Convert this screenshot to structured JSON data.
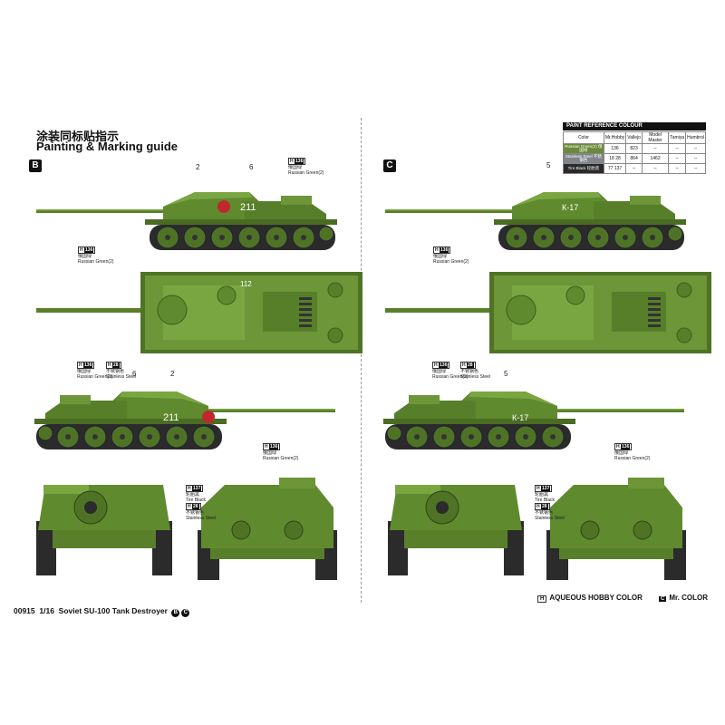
{
  "header": {
    "cn_title": "涂装同标贴指示",
    "en_title": "Painting & Marking guide"
  },
  "schemes": [
    {
      "letter": "B",
      "hull_number": "211"
    },
    {
      "letter": "C",
      "hull_number": "К-17"
    }
  ],
  "left_top_view_number": "112",
  "part_numbers": {
    "left": [
      "2",
      "6",
      "6",
      "2"
    ],
    "right": [
      "5",
      "5"
    ]
  },
  "callouts": {
    "russian_green": {
      "code": "H",
      "mr": "136",
      "cn": "俄国绿",
      "en": "Russian Green(2)"
    },
    "stainless_steel": {
      "code": "H",
      "mr": "28",
      "cn": "不锈钢色",
      "en": "Stainless Steel"
    },
    "tire_black": {
      "code": "H",
      "mr": "137",
      "cn": "轮胎黑",
      "en": "Tire Black"
    }
  },
  "reference_table": {
    "title": "PAINT  REFERENCE COLOUR",
    "headers": [
      "Color",
      "Mr.Hobby",
      "Vallejo",
      "Model Master",
      "Tamiya",
      "Humbrol"
    ],
    "rows": [
      {
        "name": "Russian Green(2) 俄国绿",
        "swatch": "#6b8a3a",
        "hobby": "136",
        "vallejo": "823",
        "modelmaster": "--",
        "tamiya": "--",
        "humbrol": "--"
      },
      {
        "name": "Stainless Steel 不锈钢色",
        "swatch": "#7f848a",
        "hobby": "18  28",
        "vallejo": "864",
        "modelmaster": "1462",
        "tamiya": "--",
        "humbrol": "--"
      },
      {
        "name": "Tire Black 轮胎黑",
        "swatch": "#2a2a2a",
        "hobby": "77  137",
        "vallejo": "--",
        "modelmaster": "--",
        "tamiya": "--",
        "humbrol": "--"
      }
    ]
  },
  "legend": {
    "aqueous_code": "H",
    "aqueous_label": "AQUEOUS HOBBY COLOR",
    "mr_code": "C",
    "mr_label": "Mr. COLOR"
  },
  "footer": {
    "code": "00915",
    "scale": "1/16",
    "title": "Soviet SU-100 Tank Destroyer",
    "badges": [
      "B",
      "C"
    ]
  },
  "colors": {
    "hull_green": "#5f8a2e",
    "hull_light": "#7aa642",
    "hull_dark": "#3f5e1c",
    "track": "#2b2b2b",
    "wheel": "#4f7325",
    "star_red": "#c0282d"
  }
}
